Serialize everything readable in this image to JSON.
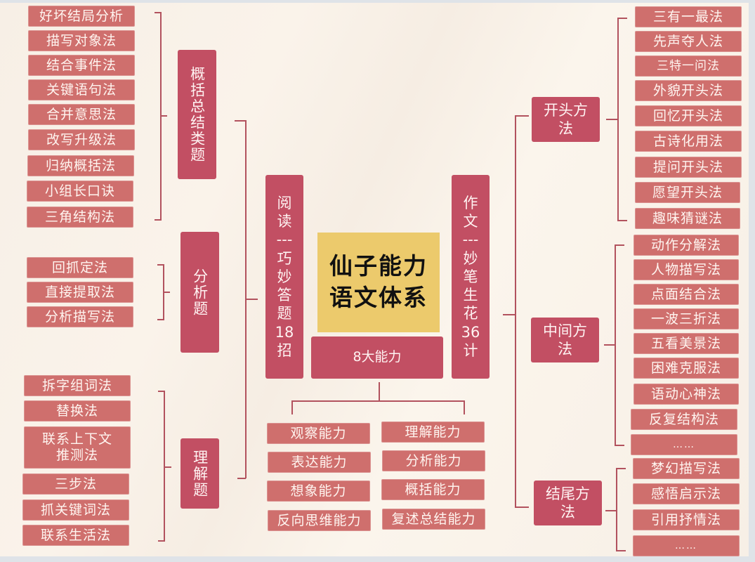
{
  "center": {
    "title_line1": "仙子能力",
    "title_line2": "语文体系",
    "abilities_label": "8大能力"
  },
  "reading": {
    "label": "阅读---巧妙答题18招",
    "label_lines": [
      "阅",
      "读",
      "---",
      "巧",
      "妙",
      "答",
      "题",
      "18",
      "招"
    ],
    "categories": [
      {
        "label": "概括总结类题",
        "items": [
          "好坏结局分析",
          "描写对象法",
          "结合事件法",
          "关键语句法",
          "合并意思法",
          "改写升级法",
          "归纳概括法",
          "小组长口诀",
          "三角结构法"
        ]
      },
      {
        "label": "分析题",
        "items": [
          "回抓定法",
          "直接提取法",
          "分析描写法"
        ]
      },
      {
        "label": "理解题",
        "items": [
          "拆字组词法",
          "替换法",
          "联系上下文推测法",
          "三步法",
          "抓关键词法",
          "联系生活法"
        ]
      }
    ]
  },
  "writing": {
    "label": "作文---妙笔生花36计",
    "label_lines": [
      "作",
      "文",
      "---",
      "妙",
      "笔",
      "生",
      "花",
      "36",
      "计"
    ],
    "categories": [
      {
        "label": "开头方法",
        "items": [
          "三有一最法",
          "先声夺人法",
          "三特一问法",
          "外貌开头法",
          "回忆开头法",
          "古诗化用法",
          "提问开头法",
          "愿望开头法",
          "趣味猜谜法"
        ]
      },
      {
        "label": "中间方法",
        "items": [
          "动作分解法",
          "人物描写法",
          "点面结合法",
          "一波三折法",
          "五看美景法",
          "困难克服法",
          "语动心神法",
          "反复结构法",
          "……"
        ]
      },
      {
        "label": "结尾方法",
        "items": [
          "梦幻描写法",
          "感悟启示法",
          "引用抒情法",
          "……"
        ]
      }
    ]
  },
  "abilities": {
    "left": [
      "观察能力",
      "表达能力",
      "想象能力",
      "反向思维能力"
    ],
    "right": [
      "理解能力",
      "分析能力",
      "概括能力",
      "复述总结能力"
    ]
  },
  "colors": {
    "leaf": "#cf6f6d",
    "category": "#c24f63",
    "center": "#ecca6c",
    "line": "#b2525e",
    "background": "#f8f0e6"
  }
}
